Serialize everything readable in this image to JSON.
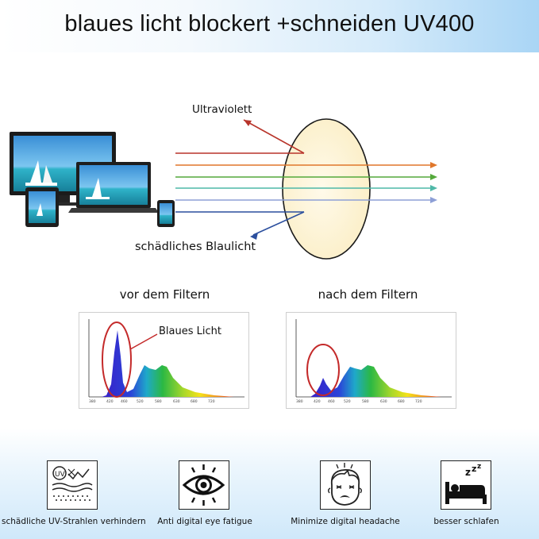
{
  "header": {
    "title": "blaues licht blockert +schneiden UV400"
  },
  "diagram": {
    "uv_label": "Ultraviolett",
    "blue_label": "schädliches Blaulicht"
  },
  "charts": {
    "before_title": "vor dem Filtern",
    "after_title": "nach dem Filtern",
    "blue_light_label": "Blaues Licht"
  },
  "features": [
    {
      "label": "schädliche UV-Strahlen verhindern",
      "icon": "uv-shield-icon"
    },
    {
      "label": "Anti digital eye fatigue",
      "icon": "eye-icon"
    },
    {
      "label": "Minimize digital headache",
      "icon": "headache-face-icon"
    },
    {
      "label": "besser schlafen",
      "icon": "sleep-bed-icon"
    }
  ],
  "colors": {
    "uv_ray": "#b8342a",
    "blue_ray": "#2b4f9e",
    "lens": "#fdf4d8"
  }
}
